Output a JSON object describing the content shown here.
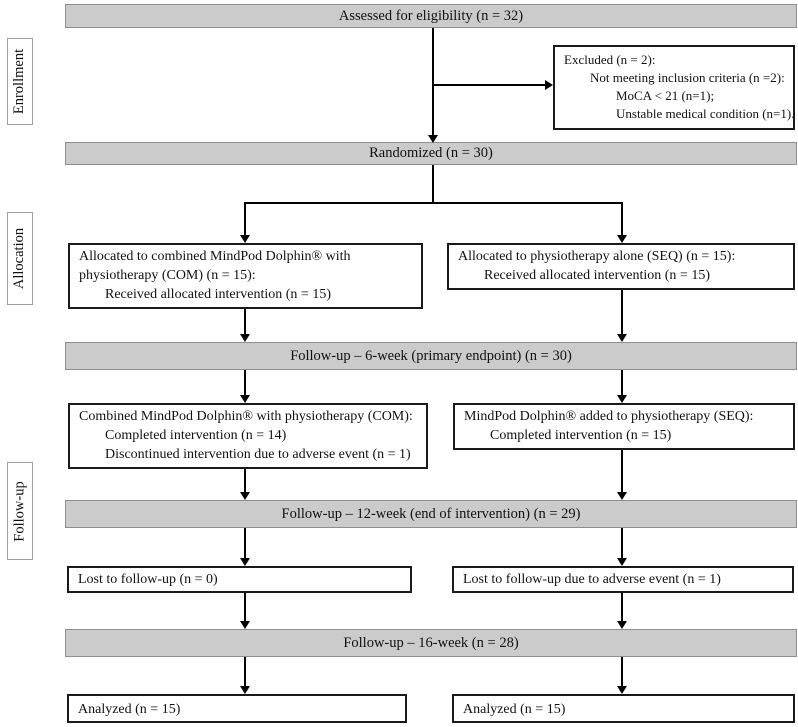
{
  "stages": [
    {
      "label": "Enrollment"
    },
    {
      "label": "Allocation"
    },
    {
      "label": "Follow-up"
    }
  ],
  "bars": [
    {
      "text": "Assessed for eligibility (n = 32)"
    },
    {
      "text": "Randomized (n = 30)"
    },
    {
      "text": "Follow-up – 6-week (primary endpoint) (n = 30)"
    },
    {
      "text": "Follow-up – 12-week (end of intervention) (n = 29)"
    },
    {
      "text": "Follow-up – 16-week (n = 28)"
    }
  ],
  "boxes": {
    "excluded": {
      "lines": [
        {
          "text": "Excluded (n = 2):"
        },
        {
          "text": "Not meeting inclusion criteria (n =2):"
        },
        {
          "text": "MoCA < 21 (n=1);"
        },
        {
          "text": "Unstable medical condition (n=1)."
        }
      ]
    },
    "alloc_com": {
      "lines": [
        {
          "text": "Allocated to combined MindPod Dolphin® with physiotherapy (COM) (n = 15):"
        },
        {
          "text": "Received allocated intervention (n = 15)"
        }
      ]
    },
    "alloc_seq": {
      "lines": [
        {
          "text": "Allocated to physiotherapy alone (SEQ) (n = 15):"
        },
        {
          "text": "Received allocated intervention (n = 15)"
        }
      ]
    },
    "fu6_com": {
      "lines": [
        {
          "text": "Combined MindPod Dolphin® with physiotherapy (COM):"
        },
        {
          "text": "Completed intervention (n = 14)"
        },
        {
          "text": "Discontinued intervention due to adverse event (n = 1)"
        }
      ]
    },
    "fu6_seq": {
      "lines": [
        {
          "text": "MindPod Dolphin® added to physiotherapy (SEQ):"
        },
        {
          "text": "Completed intervention (n = 15)"
        }
      ]
    },
    "lost_com": {
      "lines": [
        {
          "text": "Lost to follow-up (n = 0)"
        }
      ]
    },
    "lost_seq": {
      "lines": [
        {
          "text": "Lost to follow-up due to adverse event (n = 1)"
        }
      ]
    },
    "analyzed_com": {
      "lines": [
        {
          "text": "Analyzed (n = 15)"
        }
      ]
    },
    "analyzed_seq": {
      "lines": [
        {
          "text": "Analyzed (n = 15)"
        }
      ]
    }
  },
  "colors": {
    "bar_fill": "#cbcbcb",
    "bar_border": "#8e8e8e",
    "box_border": "#1a1a1a",
    "label_border": "#a0a0a0"
  }
}
